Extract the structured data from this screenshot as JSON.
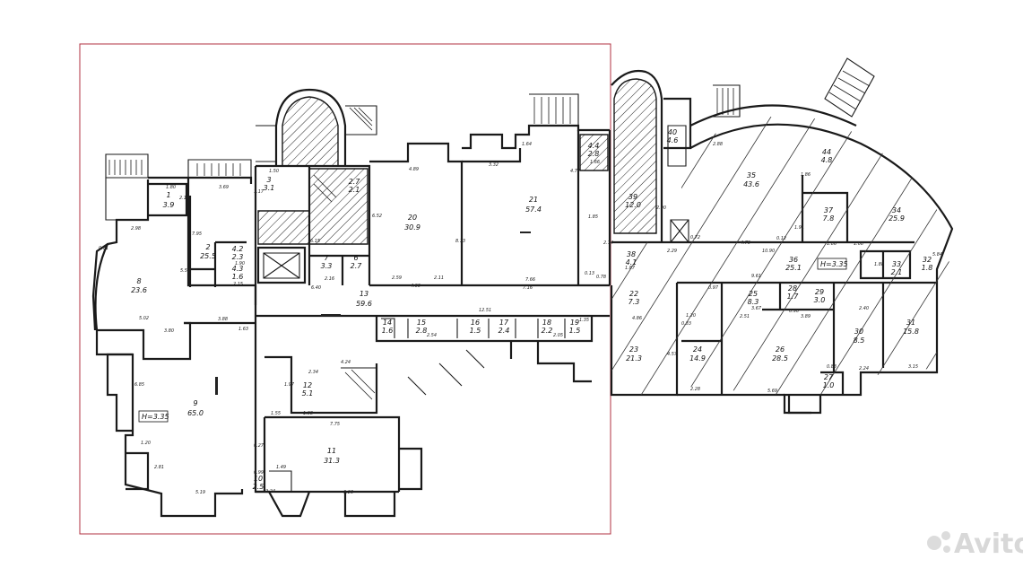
{
  "plan": {
    "levels": [
      "H=3.35",
      "H=3.35"
    ],
    "rooms": [
      {
        "id": "1",
        "area": "3.9"
      },
      {
        "id": "2",
        "area": "25.5"
      },
      {
        "id": "4.2",
        "area": "2.3"
      },
      {
        "id": "4.3",
        "area": "1.6"
      },
      {
        "id": "8",
        "area": "23.6"
      },
      {
        "id": "9",
        "area": "65.0"
      },
      {
        "id": "3",
        "area": "3.1"
      },
      {
        "id": "2.7",
        "area": "2.1"
      },
      {
        "id": "7",
        "area": "3.3"
      },
      {
        "id": "6",
        "area": "2.7"
      },
      {
        "id": "20",
        "area": "30.9"
      },
      {
        "id": "21",
        "area": "57.4"
      },
      {
        "id": "13",
        "area": "59.6"
      },
      {
        "id": "14",
        "area": "1.6"
      },
      {
        "id": "15",
        "area": "2.8"
      },
      {
        "id": "16",
        "area": "1.5"
      },
      {
        "id": "17",
        "area": "2.4"
      },
      {
        "id": "18",
        "area": "2.2"
      },
      {
        "id": "19",
        "area": "1.5"
      },
      {
        "id": "12",
        "area": "5.1"
      },
      {
        "id": "11",
        "area": "31.3"
      },
      {
        "id": "10",
        "area": "2.5"
      },
      {
        "id": "4.4",
        "area": "2.8"
      },
      {
        "id": "39",
        "area": "12.0"
      },
      {
        "id": "40",
        "area": "4.6"
      },
      {
        "id": "38",
        "area": "4.1"
      },
      {
        "id": "35",
        "area": "43.6"
      },
      {
        "id": "44",
        "area": "4.8"
      },
      {
        "id": "37",
        "area": "7.8"
      },
      {
        "id": "34",
        "area": "25.9"
      },
      {
        "id": "36",
        "area": "25.1"
      },
      {
        "id": "22",
        "area": "7.3"
      },
      {
        "id": "23",
        "area": "21.3"
      },
      {
        "id": "24",
        "area": "14.9"
      },
      {
        "id": "25",
        "area": "8.3"
      },
      {
        "id": "28",
        "area": "1.7"
      },
      {
        "id": "29",
        "area": "3.0"
      },
      {
        "id": "26",
        "area": "28.5"
      },
      {
        "id": "30",
        "area": "8.5"
      },
      {
        "id": "31",
        "area": "15.8"
      },
      {
        "id": "33",
        "area": "2.1"
      },
      {
        "id": "32",
        "area": "1.8"
      },
      {
        "id": "27",
        "area": "1.0"
      }
    ],
    "dimensions": [
      "1.80",
      "3.69",
      "2.98",
      "2.14",
      "0.81",
      "7.95",
      "5.57",
      "5.02",
      "3.80",
      "3.88",
      "6.85",
      "1.20",
      "2.81",
      "5.19",
      "1.90",
      "1.63",
      "2.15",
      "6.40",
      "1.50",
      "1.17",
      "6.15",
      "2.16",
      "6.52",
      "4.89",
      "8.13",
      "2.59",
      "4.99",
      "2.11",
      "7.66",
      "7.16",
      "12.51",
      "3.32",
      "1.64",
      "4.77",
      "2.74",
      "1.85",
      "0.78",
      "0.13",
      "1.66",
      "2.90",
      "2.88",
      "4.79",
      "9.61",
      "10.90",
      "1.91",
      "1.86",
      "4.86",
      "4.57",
      "2.28",
      "0.97",
      "0.33",
      "3.67",
      "2.51",
      "3.89",
      "2.40",
      "2.24",
      "3.15",
      "5.69",
      "0.83",
      "2.34",
      "4.24",
      "1.97",
      "1.38",
      "1.55",
      "7.75",
      "0.27",
      "0.99",
      "1.49",
      "2.24",
      "6.26",
      "1.20",
      "2.54",
      "2.05",
      "1.35",
      "1.86",
      "1.87",
      "0.90",
      "1.88",
      "0.72",
      "0.12",
      "2.29",
      "5.84",
      "1.08"
    ],
    "watermark": "Avito"
  }
}
